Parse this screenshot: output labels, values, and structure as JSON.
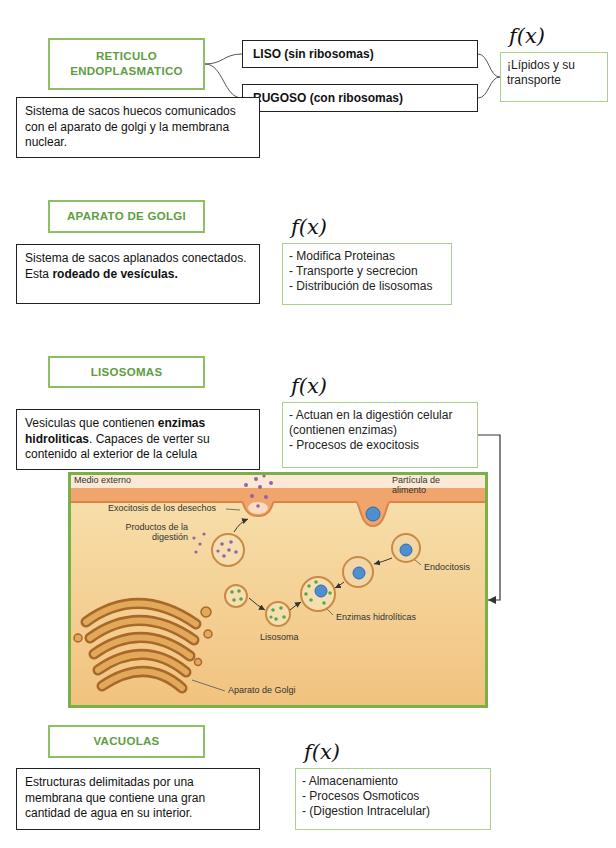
{
  "diagram": {
    "nodes": [
      {
        "text": [
          "RETICULO ENDOPLASMATICO"
        ]
      },
      {
        "text": [
          "LISO (sin ribosomas)"
        ]
      },
      {
        "text": [
          "RUGOSO (con ribosomas)"
        ]
      },
      {
        "text": [
          "f(x)",
          "¡Lípidos y su transporte"
        ]
      },
      {
        "text": [
          "Sistema de sacos huecos comunicados con el aparato de golgi y la membrana nuclear."
        ]
      },
      {
        "text": [
          "APARATO DE GOLGI"
        ]
      },
      {
        "text": [
          "f(x)",
          "- Modifica Proteinas",
          "- Transporte y secrecion",
          "- Distribución de lisosomas"
        ]
      },
      {
        "text": [
          "Sistema de sacos aplanados conectados. Esta",
          "rodeado de vesículas."
        ]
      },
      {
        "text": [
          "LISOSOMAS"
        ]
      },
      {
        "text": [
          "f(x)",
          "- Actuan en la digestión celular (contienen enzimas)",
          "- Procesos de exocitosis"
        ]
      },
      {
        "text": [
          "Vesiculas que contienen",
          "enzimas hidroliticas",
          ". Capaces de verter su contenido al exterior de la celula"
        ]
      },
      {
        "text": [
          "Medio externo",
          "Partícula de alimento",
          "Exocitosis de los desechos",
          "Productos de la digestión",
          "Endocitosis",
          "Enzimas hidrolíticas",
          "Lisosoma",
          "Aparato de Golgi"
        ]
      },
      {
        "text": [
          "VACUOLAS"
        ]
      },
      {
        "text": [
          "f(x)",
          "- Almacenamiento",
          "- Procesos Osmoticos",
          "- (Digestion Intracelular)"
        ]
      },
      {
        "text": [
          "Estructuras delimitadas por una membrana que contiene una gran cantidad de agua en su interior."
        ]
      }
    ],
    "edges": [
      {
        "from": 0,
        "to": 1,
        "arrow": "none"
      },
      {
        "from": 0,
        "to": 2,
        "arrow": "none"
      },
      {
        "from": 1,
        "to": 3,
        "arrow": "none"
      },
      {
        "from": 2,
        "to": 3,
        "arrow": "none"
      },
      {
        "from": 9,
        "to": 11,
        "arrow": "to"
      }
    ]
  }
}
